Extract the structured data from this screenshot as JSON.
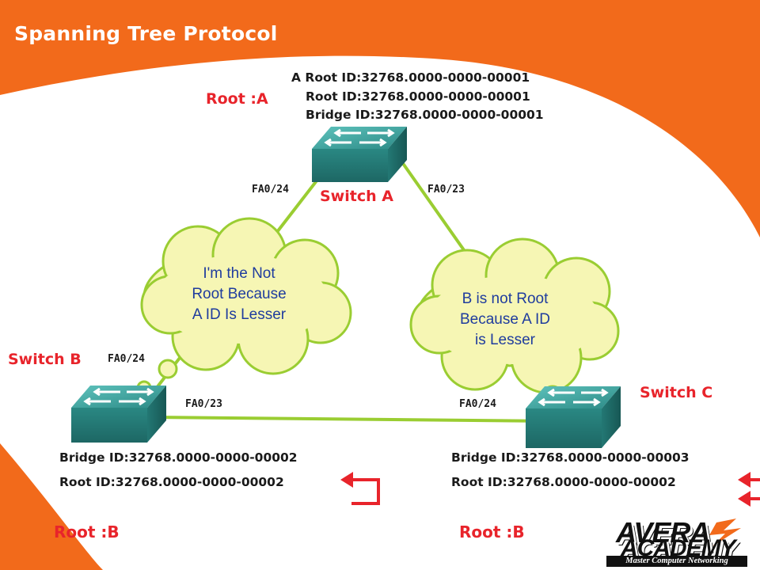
{
  "title": "Spanning Tree Protocol",
  "switch_a": {
    "label": "Switch A",
    "root_label": "Root :A",
    "root_id_line1": "A Root ID:32768.0000-0000-00001",
    "root_id_line2": "Root ID:32768.0000-0000-00001",
    "bridge_id": "Bridge ID:32768.0000-0000-00001",
    "port_left": "FA0/24",
    "port_right": "FA0/23"
  },
  "switch_b": {
    "label": "Switch B",
    "bridge_id": "Bridge ID:32768.0000-0000-00002",
    "root_id": "Root ID:32768.0000-0000-00002",
    "root_label": "Root :B",
    "port_top": "FA0/24",
    "port_right": "FA0/23"
  },
  "switch_c": {
    "label": "Switch C",
    "bridge_id": "Bridge ID:32768.0000-0000-00003",
    "root_id": "Root ID:32768.0000-0000-00002",
    "root_label": "Root :B",
    "port_left": "FA0/24"
  },
  "clouds": {
    "left": [
      "I'm the Not",
      "Root Because",
      "A ID Is Lesser"
    ],
    "right": [
      "B is not Root",
      "Because A ID",
      "is Lesser"
    ]
  },
  "logo": {
    "line1": "AVERA",
    "line2": "ACADEMY",
    "tagline": "Master Computer Networking"
  },
  "colors": {
    "orange": "#f26a1b",
    "link": "#9acd32",
    "switch": "#2f8f8b",
    "red_text": "#e8242b",
    "cloud_fill": "#f6f6b4",
    "cloud_text": "#1f3c9e"
  }
}
